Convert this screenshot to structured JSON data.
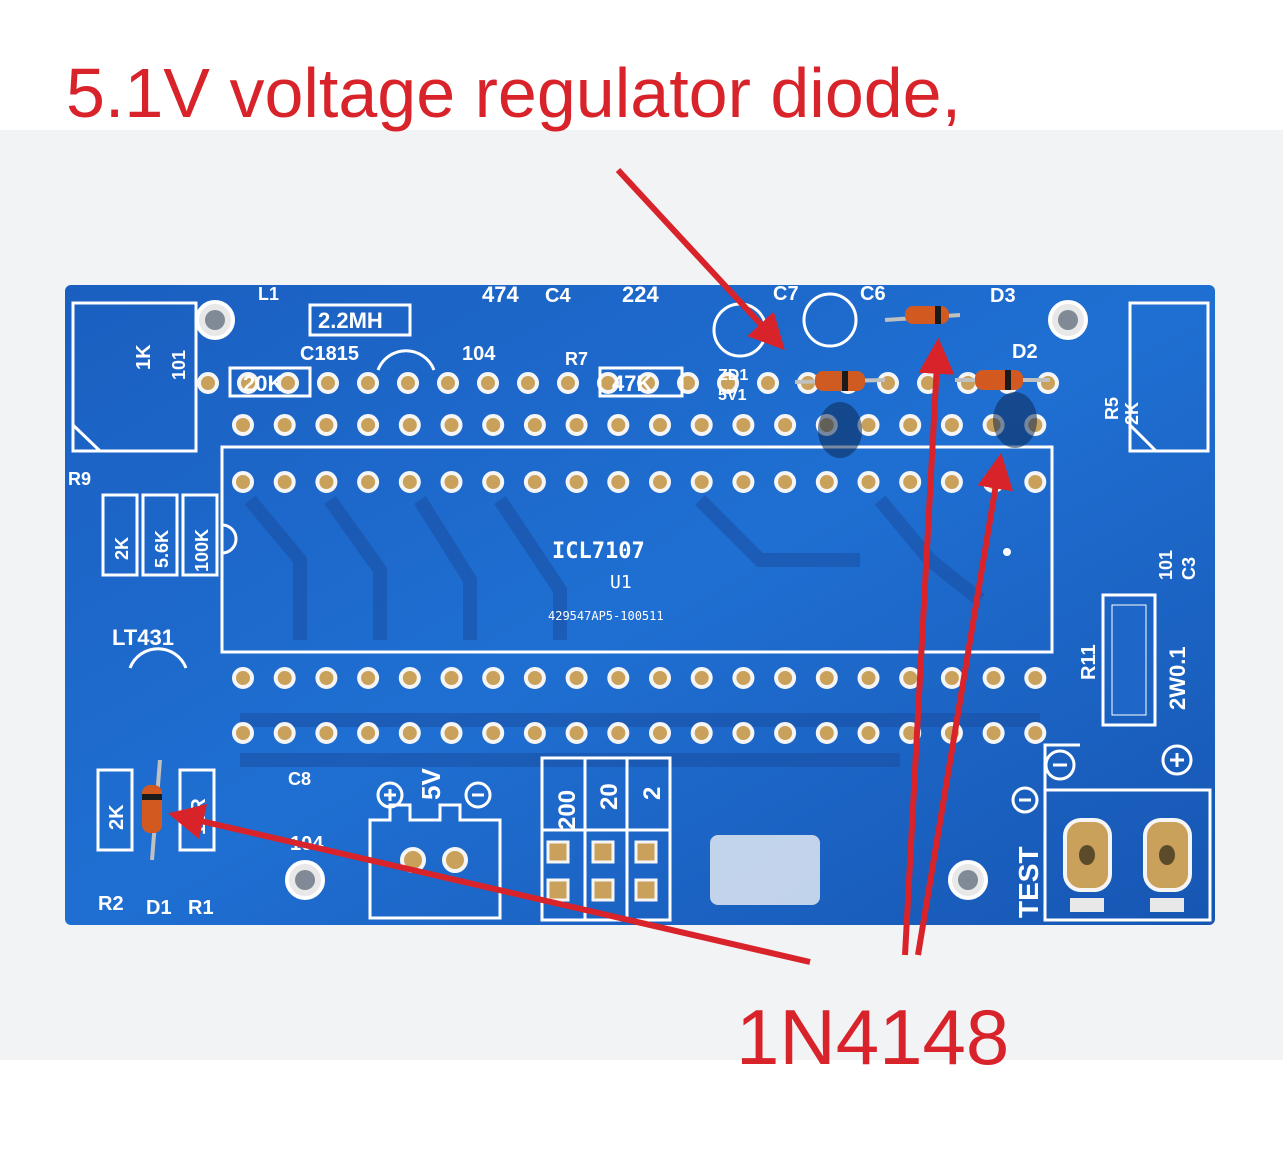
{
  "annotations": {
    "headline": "5.1V voltage regulator diode,",
    "footer": "1N4148"
  },
  "board": {
    "top_row": [
      "L1",
      "2.2MH",
      "474",
      "C4",
      "224",
      "C7",
      "C6",
      "D3"
    ],
    "mid_row": [
      "C1815",
      "104",
      "R7",
      "20K",
      "47K",
      "ZD1",
      "5V1",
      "D2"
    ],
    "left_pot": [
      "1K",
      "101"
    ],
    "r9_label": "R9",
    "r9_values": [
      "2K",
      "5.6K",
      "100K"
    ],
    "lt431": "LT431",
    "chip_name": "ICL7107",
    "chip_ref": "U1",
    "chip_code": "429547AP5-100511",
    "right_labels": [
      "R5",
      "2K",
      "101",
      "C3",
      "R11",
      "2W0.1"
    ],
    "bottom_left": [
      "2K",
      "10R",
      "R2",
      "D1",
      "R1"
    ],
    "c8": [
      "C8",
      "104"
    ],
    "supply": "5V",
    "ranges": [
      "200",
      "20",
      "2"
    ],
    "test": "TEST"
  }
}
